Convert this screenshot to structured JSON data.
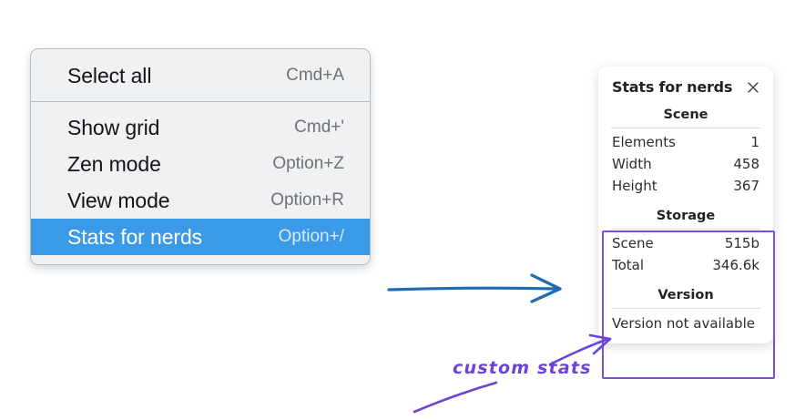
{
  "menu": {
    "sections": [
      {
        "items": [
          {
            "label": "Select all",
            "shortcut": "Cmd+A",
            "selected": false
          }
        ]
      },
      {
        "items": [
          {
            "label": "Show grid",
            "shortcut": "Cmd+'",
            "selected": false
          },
          {
            "label": "Zen mode",
            "shortcut": "Option+Z",
            "selected": false
          },
          {
            "label": "View mode",
            "shortcut": "Option+R",
            "selected": false
          },
          {
            "label": "Stats for nerds",
            "shortcut": "Option+/",
            "selected": true
          }
        ]
      }
    ],
    "items": [
      {
        "label": "Select all",
        "shortcut": "Cmd+A"
      },
      {
        "label": "Show grid",
        "shortcut": "Cmd+'"
      },
      {
        "label": "Zen mode",
        "shortcut": "Option+Z"
      },
      {
        "label": "View mode",
        "shortcut": "Option+R"
      },
      {
        "label": "Stats for nerds",
        "shortcut": "Option+/"
      }
    ]
  },
  "stats_panel": {
    "title": "Stats for nerds",
    "close_icon": "close-icon",
    "sections": [
      {
        "title": "Scene",
        "rows": [
          {
            "key": "Elements",
            "value": "1"
          },
          {
            "key": "Width",
            "value": "458"
          },
          {
            "key": "Height",
            "value": "367"
          }
        ]
      },
      {
        "title": "Storage",
        "rows": [
          {
            "key": "Scene",
            "value": "515b"
          },
          {
            "key": "Total",
            "value": "346.6k"
          }
        ]
      },
      {
        "title": "Version",
        "single_line": "Version not available"
      }
    ]
  },
  "annotations": {
    "handwritten_note": "custom stats",
    "blue_arrow": "arrow-right-icon",
    "purple_arrow": "arrow-pointer-icon",
    "purple_underline": "underline-stroke-icon"
  },
  "colors": {
    "menu_background": "#f0f1f3",
    "menu_border": "#b7bfc8",
    "highlight_blue": "#3b9ae8",
    "shortcut_gray": "#6e7277",
    "annotation_purple": "#7c4dd8",
    "arrow_blue": "#1f6cb0",
    "panel_white": "#ffffff",
    "page_background": "#ffffff"
  }
}
